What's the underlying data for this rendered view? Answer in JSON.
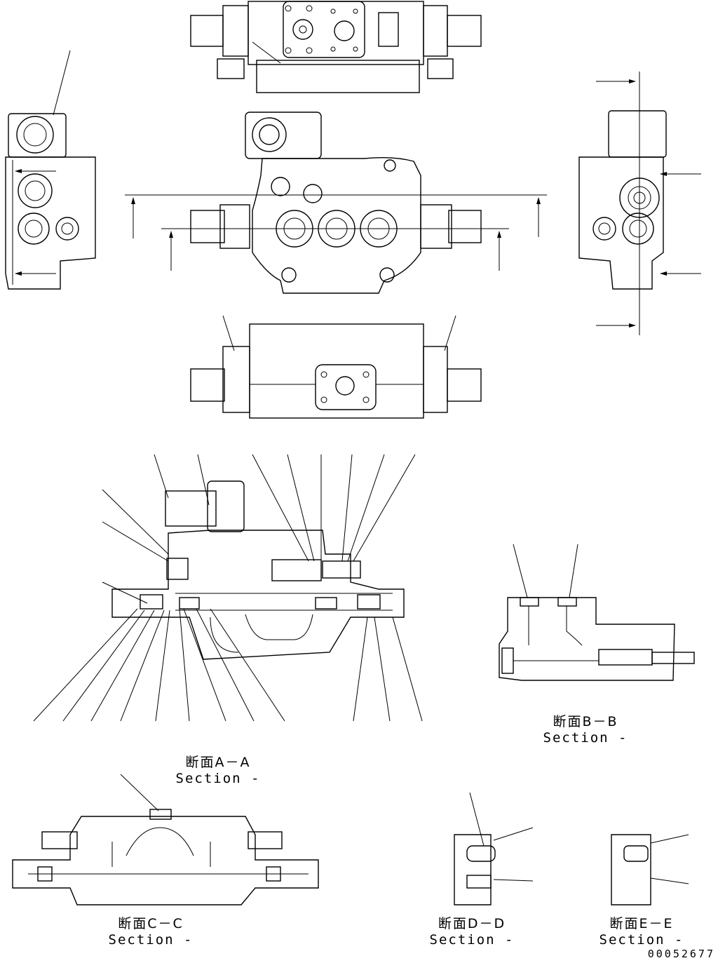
{
  "labels": {
    "section_a": {
      "jp": "断面A－A",
      "en": "Section  -"
    },
    "section_b": {
      "jp": "断面B－B",
      "en": "Section  -"
    },
    "section_c": {
      "jp": "断面C－C",
      "en": "Section  -"
    },
    "section_d": {
      "jp": "断面D－D",
      "en": "Section  -"
    },
    "section_e": {
      "jp": "断面E－E",
      "en": "Section  -"
    }
  },
  "document_number": "00052677"
}
